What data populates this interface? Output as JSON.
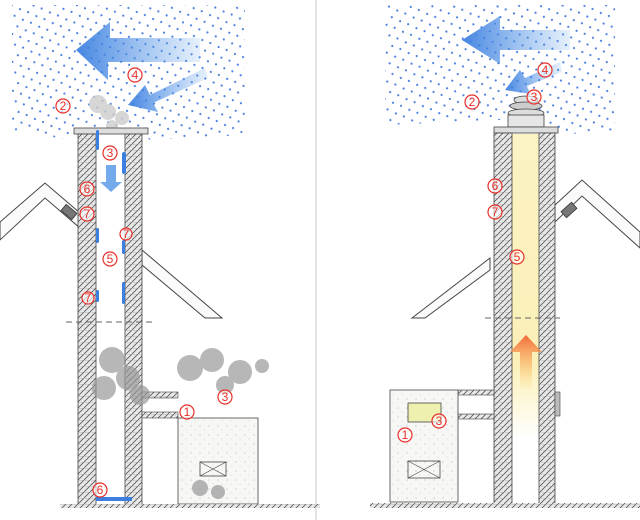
{
  "left_panel": {
    "labels": {
      "n4": "4",
      "n2": "2",
      "n3_top": "3",
      "n6_upper": "6",
      "n7_a": "7",
      "n7_b": "7",
      "n5": "5",
      "n7_c": "7",
      "n1": "1",
      "n3_stove": "3",
      "n6_bottom": "6"
    }
  },
  "right_panel": {
    "labels": {
      "n4": "4",
      "n2": "2",
      "n3_top": "3",
      "n6": "6",
      "n7": "7",
      "n5": "5",
      "n1": "1",
      "n3_stove": "3"
    }
  },
  "colors": {
    "label_red": "#e8302a",
    "rain_blue": "#4a7fe0",
    "wind_blue": "#5b9be8",
    "flue_yellow": "#fbf3c4",
    "draft_orange": "#f26a3a"
  }
}
